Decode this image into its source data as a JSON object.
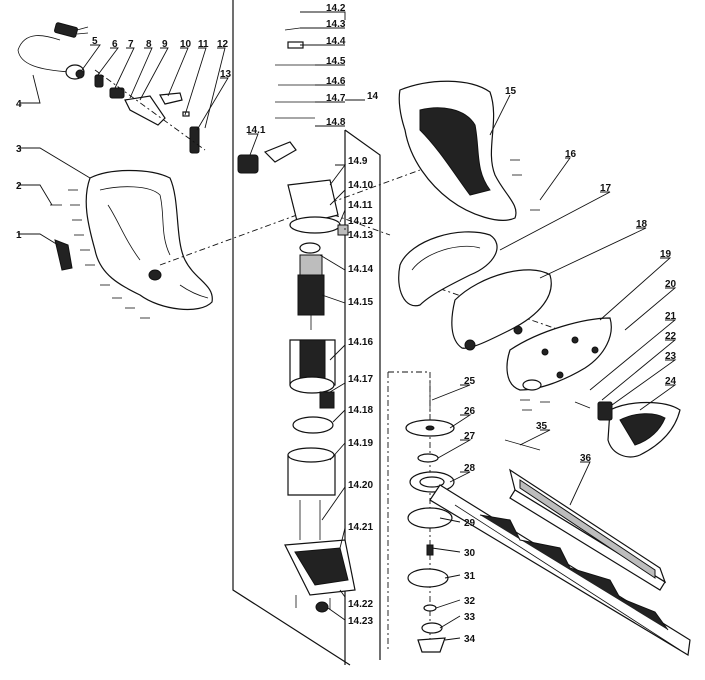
{
  "labels": {
    "p1": "1",
    "p2": "2",
    "p3": "3",
    "p4": "4",
    "p5": "5",
    "p6": "6",
    "p7": "7",
    "p8": "8",
    "p9": "9",
    "p10": "10",
    "p11": "11",
    "p12": "12",
    "p13": "13",
    "p14": "14",
    "p15": "15",
    "p16": "16",
    "p17": "17",
    "p18": "18",
    "p19": "19",
    "p20": "20",
    "p21": "21",
    "p22": "22",
    "p23": "23",
    "p24": "24",
    "p25": "25",
    "p26": "26",
    "p27": "27",
    "p28": "28",
    "p29": "29",
    "p30": "30",
    "p31": "31",
    "p32": "32",
    "p33": "33",
    "p34": "34",
    "p35": "35",
    "p36": "36",
    "p14_1": "14.1",
    "p14_2": "14.2",
    "p14_3": "14.3",
    "p14_4": "14.4",
    "p14_5": "14.5",
    "p14_6": "14.6",
    "p14_7": "14.7",
    "p14_8": "14.8",
    "p14_9": "14.9",
    "p14_10": "14.10",
    "p14_11": "14.11",
    "p14_12": "14.12",
    "p14_13": "14.13",
    "p14_14": "14.14",
    "p14_15": "14.15",
    "p14_16": "14.16",
    "p14_17": "14.17",
    "p14_18": "14.18",
    "p14_19": "14.19",
    "p14_20": "14.20",
    "p14_21": "14.21",
    "p14_22": "14.22",
    "p14_23": "14.23"
  }
}
